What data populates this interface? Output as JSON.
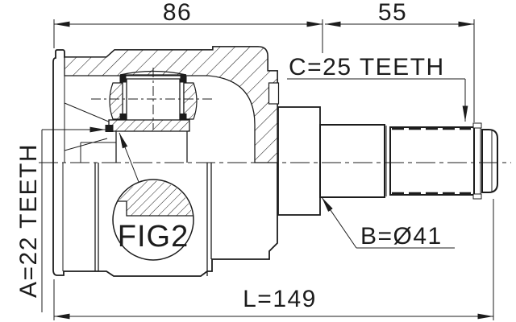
{
  "drawing_labels": {
    "dim_86": "86",
    "dim_55": "55",
    "dim_length": "L=149",
    "spline_c": "C=25 TEETH",
    "spline_a": "A=22 TEETH",
    "diameter_b": "B=Ø41",
    "detail_fig": "FIG2"
  },
  "colors": {
    "line": "#1c1c1c",
    "background": "#ffffff"
  }
}
